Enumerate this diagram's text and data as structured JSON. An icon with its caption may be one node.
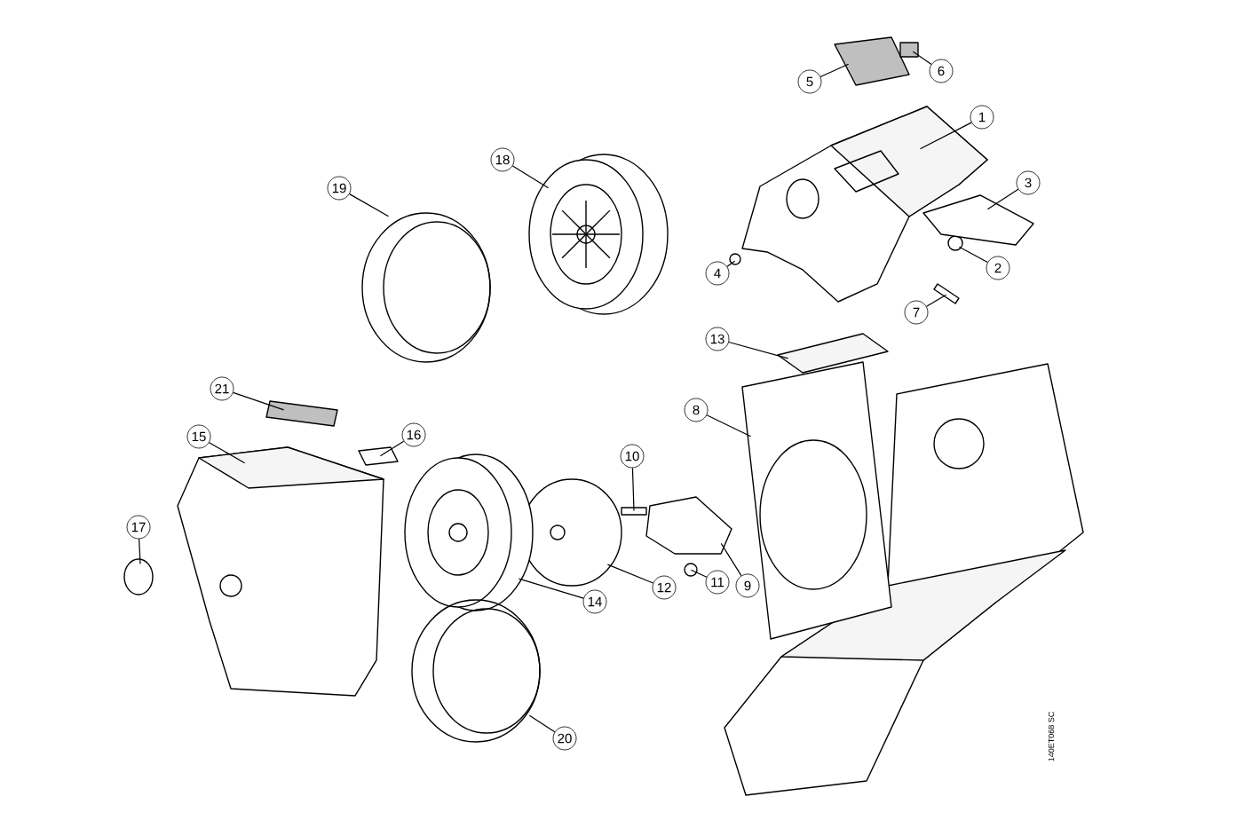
{
  "diagram": {
    "nodes": [
      {
        "text": [
          "1"
        ]
      },
      {
        "text": [
          "2"
        ]
      },
      {
        "text": [
          "3"
        ]
      },
      {
        "text": [
          "4"
        ]
      },
      {
        "text": [
          "5"
        ]
      },
      {
        "text": [
          "6"
        ]
      },
      {
        "text": [
          "7"
        ]
      },
      {
        "text": [
          "8"
        ]
      },
      {
        "text": [
          "9"
        ]
      },
      {
        "text": [
          "10"
        ]
      },
      {
        "text": [
          "11"
        ]
      },
      {
        "text": [
          "12"
        ]
      },
      {
        "text": [
          "13"
        ]
      },
      {
        "text": [
          "14"
        ]
      },
      {
        "text": [
          "15"
        ]
      },
      {
        "text": [
          "16"
        ]
      },
      {
        "text": [
          "17"
        ]
      },
      {
        "text": [
          "18"
        ]
      },
      {
        "text": [
          "19"
        ]
      },
      {
        "text": [
          "20"
        ]
      },
      {
        "text": [
          "21"
        ]
      },
      {
        "text": [],
        "shape": "picture"
      },
      {
        "text": [],
        "shape": "circle"
      },
      {
        "text": [],
        "shape": "picture"
      },
      {
        "text": [],
        "shape": "circle"
      },
      {
        "text": [],
        "shape": "box"
      },
      {
        "text": [],
        "shape": "box"
      },
      {
        "text": [],
        "shape": "picture"
      },
      {
        "text": [],
        "shape": "picture"
      },
      {
        "text": [],
        "shape": "picture"
      },
      {
        "text": [],
        "shape": "box"
      },
      {
        "text": [],
        "shape": "circle"
      },
      {
        "text": [],
        "shape": "picture"
      },
      {
        "text": [],
        "shape": "picture"
      },
      {
        "text": [],
        "shape": "picture"
      },
      {
        "text": [],
        "shape": "picture"
      },
      {
        "text": [],
        "shape": "picture"
      },
      {
        "text": [],
        "shape": "circle"
      },
      {
        "text": [],
        "shape": "picture"
      },
      {
        "text": [],
        "shape": "picture"
      },
      {
        "text": [],
        "shape": "picture"
      },
      {
        "text": [],
        "shape": "box"
      }
    ],
    "edges": [
      {
        "from": 0,
        "to": 21,
        "arrow": "none"
      },
      {
        "from": 1,
        "to": 22,
        "arrow": "none"
      },
      {
        "from": 2,
        "to": 23,
        "arrow": "none"
      },
      {
        "from": 3,
        "to": 24,
        "arrow": "none"
      },
      {
        "from": 4,
        "to": 25,
        "arrow": "none"
      },
      {
        "from": 5,
        "to": 26,
        "arrow": "none"
      },
      {
        "from": 6,
        "to": 27,
        "arrow": "none"
      },
      {
        "from": 7,
        "to": 28,
        "arrow": "none"
      },
      {
        "from": 8,
        "to": 29,
        "arrow": "none"
      },
      {
        "from": 9,
        "to": 30,
        "arrow": "none"
      },
      {
        "from": 10,
        "to": 31,
        "arrow": "none"
      },
      {
        "from": 11,
        "to": 32,
        "arrow": "none"
      },
      {
        "from": 12,
        "to": 33,
        "arrow": "none"
      },
      {
        "from": 13,
        "to": 34,
        "arrow": "none"
      },
      {
        "from": 14,
        "to": 35,
        "arrow": "none"
      },
      {
        "from": 15,
        "to": 36,
        "arrow": "none"
      },
      {
        "from": 16,
        "to": 37,
        "arrow": "none"
      },
      {
        "from": 17,
        "to": 38,
        "arrow": "none"
      },
      {
        "from": 18,
        "to": 39,
        "arrow": "none"
      },
      {
        "from": 19,
        "to": 40,
        "arrow": "none"
      },
      {
        "from": 20,
        "to": 41,
        "arrow": "none"
      }
    ],
    "labels": [
      "140ET068 SC"
    ]
  }
}
